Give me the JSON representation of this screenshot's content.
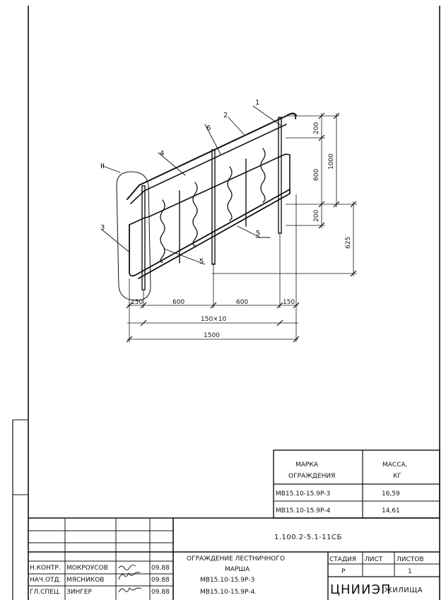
{
  "drawing": {
    "callouts": [
      "1",
      "2",
      "6",
      "4",
      "II",
      "3",
      "5",
      "5"
    ],
    "dims_bottom": [
      "150",
      "600",
      "600",
      "150"
    ],
    "dim_pitch": "150×10",
    "dim_total": "1500",
    "dims_right": [
      "200",
      "600",
      "200"
    ],
    "dim_right_total": "1000",
    "dim_625": "625"
  },
  "spec_table": {
    "header_mark": [
      "МАРКА",
      "ОГРАЖДЕНИЯ"
    ],
    "header_mass": [
      "МАССА,",
      "КГ"
    ],
    "rows": [
      {
        "mark": "МВ15.10-15.9Р-3",
        "mass": "16,59"
      },
      {
        "mark": "МВ15.10-15.9Р-4",
        "mass": "14,61"
      }
    ]
  },
  "title_block": {
    "code": "1.100.2-5.1-11СБ",
    "title_lines": [
      "ОГРАЖДЕНИЕ ЛЕСТНИЧНОГО",
      "МАРША",
      "МВ15.10-15.9Р-3",
      "МВ15.10-15.9Р-4."
    ],
    "people": [
      {
        "role": "Н.КОНТР.",
        "name": "МОКРОУСОВ",
        "date": "09.88"
      },
      {
        "role": "НАЧ.ОТД.",
        "name": "МЯСНИКОВ",
        "date": "09.88"
      },
      {
        "role": "ГЛ.СПЕЦ.",
        "name": "ЗИНГЕР",
        "date": "09.88"
      }
    ],
    "stage_label": "СТАДИЯ",
    "sheet_label": "ЛИСТ",
    "sheets_label": "ЛИСТОВ",
    "stage": "Р",
    "sheets": "1",
    "org": "ЦНИИЭП",
    "org2": "ЖИЛИЩА"
  }
}
